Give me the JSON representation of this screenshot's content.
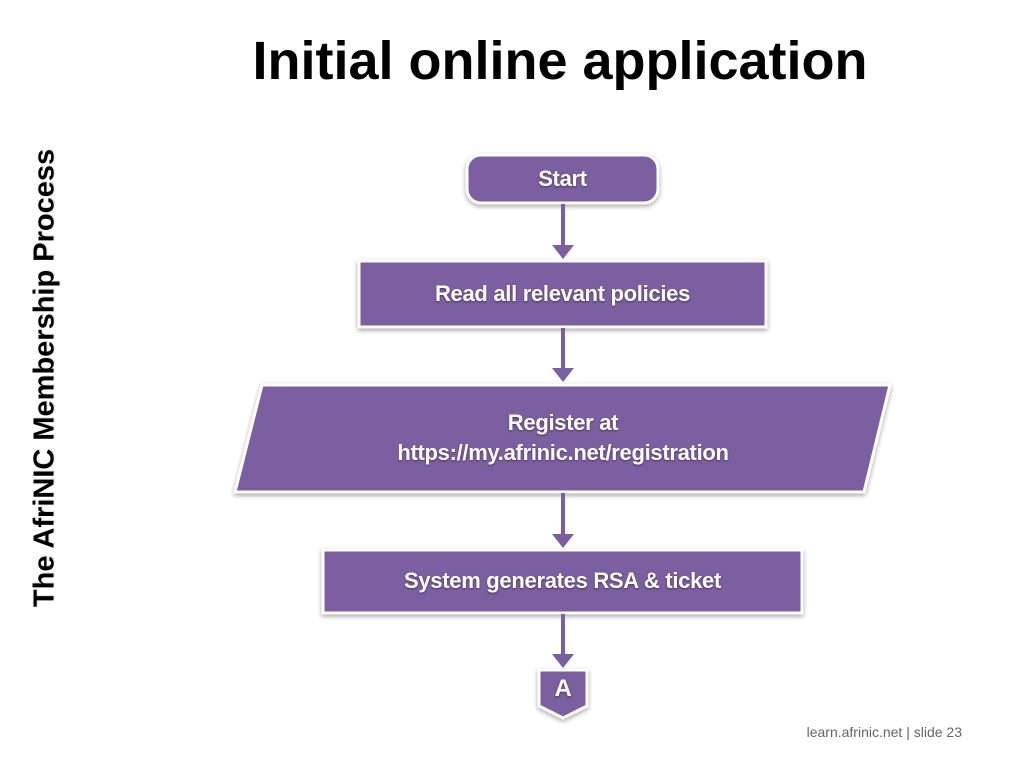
{
  "slide": {
    "title": "Initial online application",
    "side_label": "The AfriNIC Membership Process",
    "footer": "learn.afrinic.net | slide 23"
  },
  "flowchart": {
    "start": "Start",
    "step1": "Read all relevant policies",
    "step2_line1": "Register at",
    "step2_line2": "https://my.afrinic.net/registration",
    "step3": "System generates RSA & ticket",
    "connector": "A"
  },
  "colors": {
    "shape_fill": "#7c5fa0",
    "shape_border": "#ffffff",
    "arrow": "#7c5fa0"
  }
}
